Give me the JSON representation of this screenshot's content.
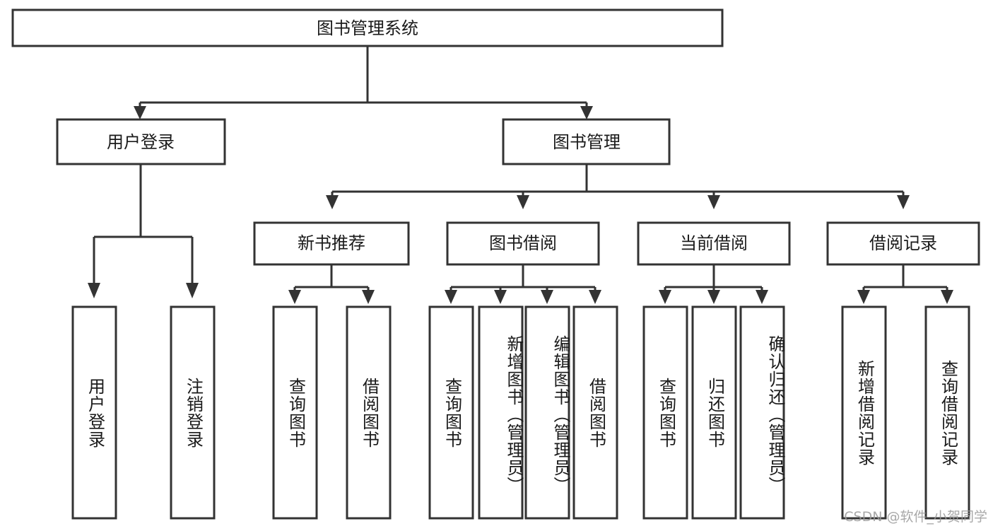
{
  "diagram": {
    "kind": "tree-hierarchy-chart",
    "title": "图书管理系统",
    "stroke_color": "#333333",
    "box_fill": "#ffffff",
    "text_color": "#1a1a1a"
  },
  "root": {
    "label": "图书管理系统"
  },
  "level2": [
    {
      "label": "用户登录"
    },
    {
      "label": "图书管理"
    }
  ],
  "level3": [
    {
      "label": "新书推荐"
    },
    {
      "label": "图书借阅"
    },
    {
      "label": "当前借阅"
    },
    {
      "label": "借阅记录"
    }
  ],
  "leaves": {
    "user_login": [
      {
        "label": "用户登录"
      },
      {
        "label": "注销登录"
      }
    ],
    "new_book": [
      {
        "label": "查询图书"
      },
      {
        "label": "借阅图书"
      }
    ],
    "borrow": [
      {
        "label": "查询图书"
      },
      {
        "label": "新增图书（管理员）"
      },
      {
        "label": "编辑图书（管理员）"
      },
      {
        "label": "借阅图书"
      }
    ],
    "current": [
      {
        "label": "查询图书"
      },
      {
        "label": "归还图书"
      },
      {
        "label": "确认归还（管理员）"
      }
    ],
    "records": [
      {
        "label": "新增借阅记录"
      },
      {
        "label": "查询借阅记录"
      }
    ]
  },
  "watermark": {
    "text": "CSDN @软件_小贺同学"
  }
}
